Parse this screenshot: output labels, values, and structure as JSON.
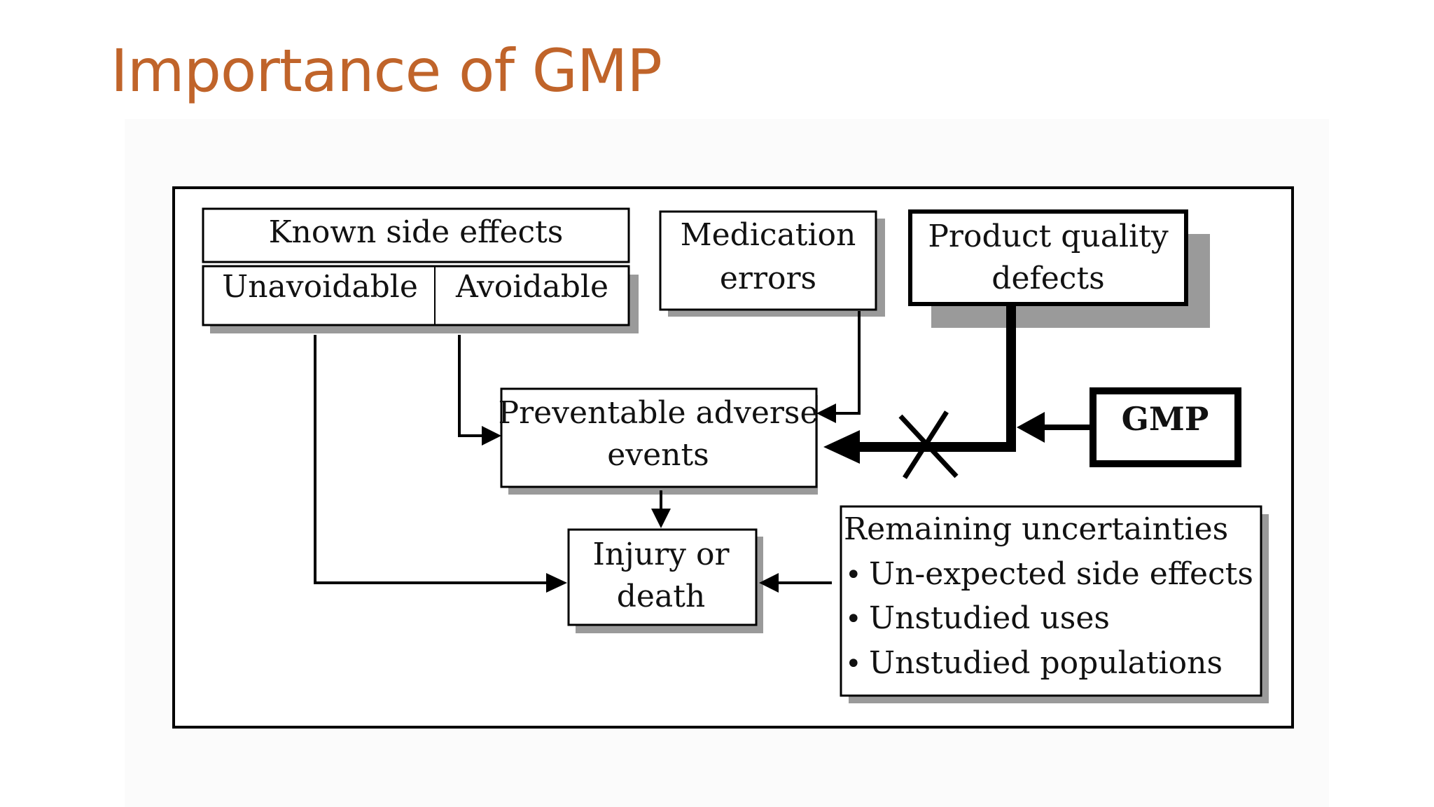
{
  "slide": {
    "title": "Importance of GMP"
  },
  "diagram": {
    "known_side_effects": "Known side effects",
    "unavoidable": "Unavoidable",
    "avoidable": "Avoidable",
    "medication_errors_line1": "Medication",
    "medication_errors_line2": "errors",
    "product_quality_line1": "Product quality",
    "product_quality_line2": "defects",
    "preventable_line1": "Preventable adverse",
    "preventable_line2": "events",
    "gmp": "GMP",
    "injury_line1": "Injury or",
    "injury_line2": "death",
    "remaining_title": "Remaining uncertainties",
    "remaining_items": [
      "Un-expected side effects",
      "Unstudied uses",
      "Unstudied populations"
    ],
    "bullet": "•"
  },
  "colors": {
    "title": "#c0642a",
    "shadow": "#8c8c8c",
    "line": "#000000"
  }
}
